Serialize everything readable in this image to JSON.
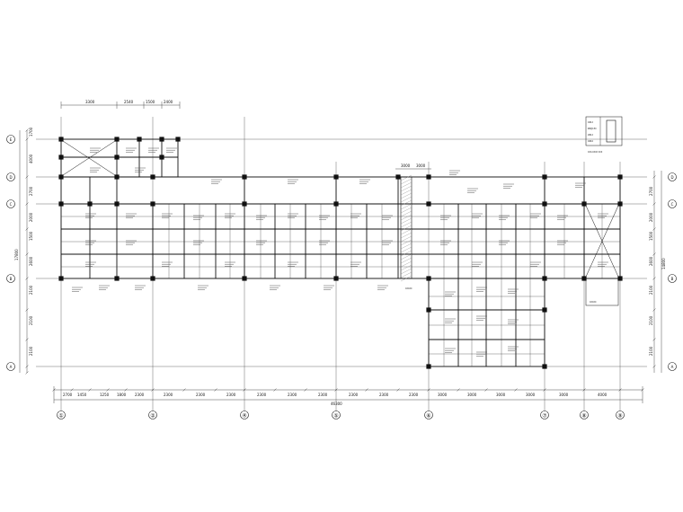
{
  "drawing": {
    "axes_x": [
      "①",
      "②",
      "④",
      "⑤",
      "⑥",
      "⑦",
      "⑧",
      "⑨"
    ],
    "axes_y": [
      "E",
      "D",
      "C",
      "B",
      "B",
      "A"
    ],
    "dims_bottom": [
      "2700",
      "1450",
      "1250",
      "1800",
      "2300",
      "2300",
      "2300",
      "2300",
      "2300",
      "2300",
      "2300",
      "2300",
      "2300",
      "2300",
      "3000",
      "3000",
      "3000",
      "3000",
      "3000",
      "4000"
    ],
    "dim_total": "46300",
    "dims_top": [
      "3300",
      "2540",
      "1500",
      "2400"
    ],
    "dims_mid_top": [
      "3000",
      "3000"
    ],
    "dims_left": [
      "1700",
      "4000",
      "2700",
      "2000",
      "1500",
      "2600",
      "2100",
      "2100",
      "2100"
    ],
    "dim_left_total": "17800",
    "dims_right": [
      "2700",
      "2000",
      "1500",
      "2600",
      "2100",
      "2100",
      "2100"
    ],
    "dim_right_total": "14800",
    "detail_legend": {
      "caption": "XXX-XXXX  XXX",
      "rows": [
        "1Φ12",
        "Φ8@150",
        "2Φ12",
        "1Φ16"
      ]
    },
    "notes": {
      "beam": "XXXXX",
      "room": "XXXXX"
    },
    "colors": {
      "line": "#111111",
      "column": "#111111",
      "hatch": "#888888"
    }
  }
}
